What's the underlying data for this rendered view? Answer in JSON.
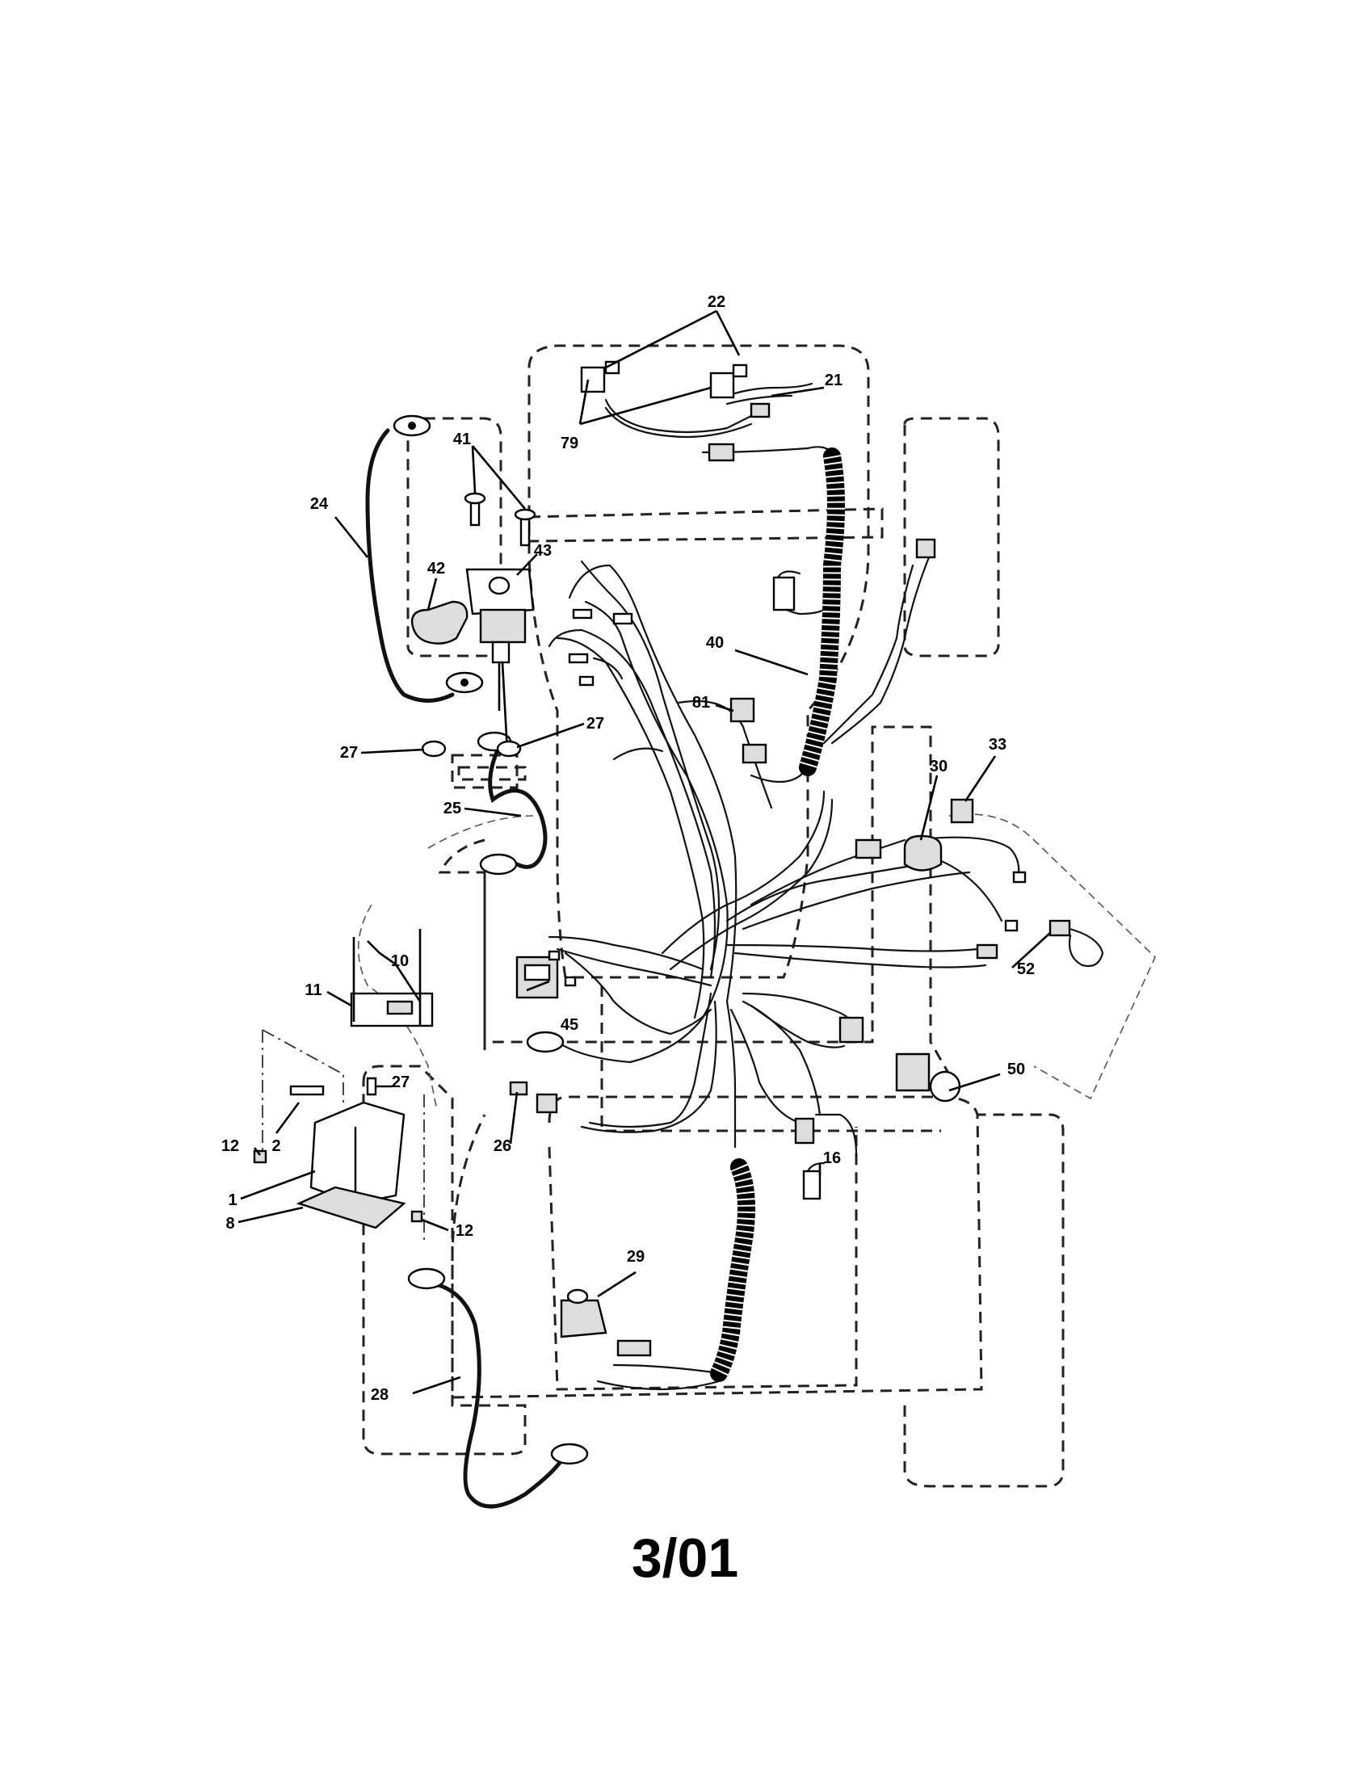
{
  "callouts": [
    "1",
    "2",
    "8",
    "10",
    "11",
    "12",
    "12",
    "16",
    "21",
    "22",
    "24",
    "25",
    "26",
    "27",
    "27",
    "27",
    "28",
    "29",
    "30",
    "33",
    "40",
    "41",
    "42",
    "43",
    "45",
    "50",
    "52",
    "79",
    "81"
  ],
  "page_date": "3/01"
}
